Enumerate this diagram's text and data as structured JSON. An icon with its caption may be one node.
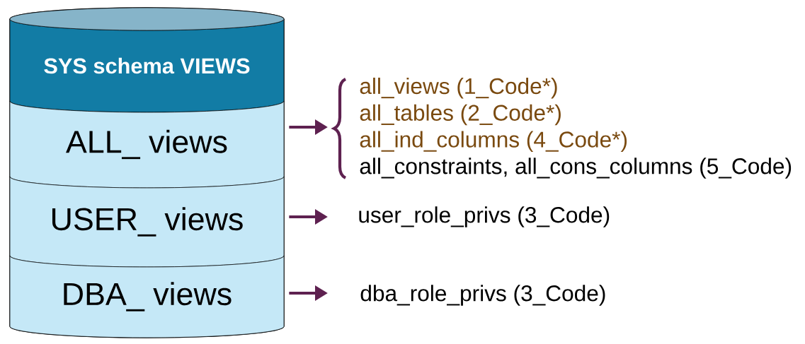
{
  "diagram": {
    "nodes": [
      {
        "text": [],
        "shape": "cylinder"
      },
      {
        "text": [
          "SYS schema VIEWS"
        ],
        "in": 0
      },
      {
        "text": [
          "ALL_  views"
        ],
        "in": 0
      },
      {
        "text": [
          "USER_  views"
        ],
        "in": 0
      },
      {
        "text": [
          "DBA_  views"
        ],
        "in": 0
      },
      {
        "text": [
          "all_views  (1_Code*)",
          "all_tables  (2_Code*)",
          "all_ind_columns (4_Code*)",
          "all_constraints, all_cons_columns  (5_Code)"
        ]
      },
      {
        "text": [
          "user_role_privs  (3_Code)"
        ]
      },
      {
        "text": [
          "dba_role_privs  (3_Code)"
        ]
      }
    ],
    "edges": [
      {
        "from": 2,
        "to": 5,
        "arrow": "to"
      },
      {
        "from": 3,
        "to": 6,
        "arrow": "to"
      },
      {
        "from": 4,
        "to": 7,
        "arrow": "to"
      }
    ]
  }
}
